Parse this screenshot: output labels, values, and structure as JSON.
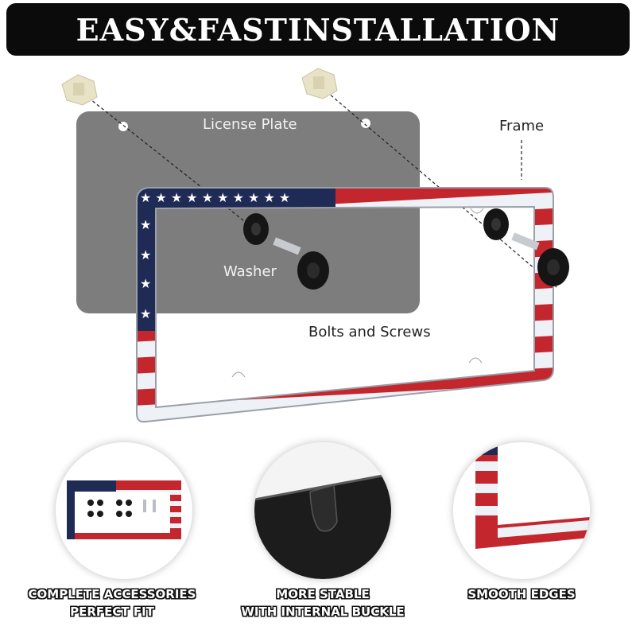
{
  "banner": {
    "title": "EASY&FASTINSTALLATION"
  },
  "diagram": {
    "license_plate_label": "License Plate",
    "frame_label": "Frame",
    "washer_label": "Washer",
    "bolts_label": "Bolts and Screws"
  },
  "features": [
    {
      "line1": "COMPLETE ACCESSORIES",
      "line2": "PERFECT FIT"
    },
    {
      "line1": "MORE STABLE",
      "line2": "WITH INTERNAL BUCKLE"
    },
    {
      "line1": "SMOOTH EDGES",
      "line2": ""
    }
  ],
  "colors": {
    "flag_red": "#c4262e",
    "flag_blue": "#1f2a55",
    "plate_gray": "#7d7d7d",
    "banner_black": "#0b0b0b"
  }
}
